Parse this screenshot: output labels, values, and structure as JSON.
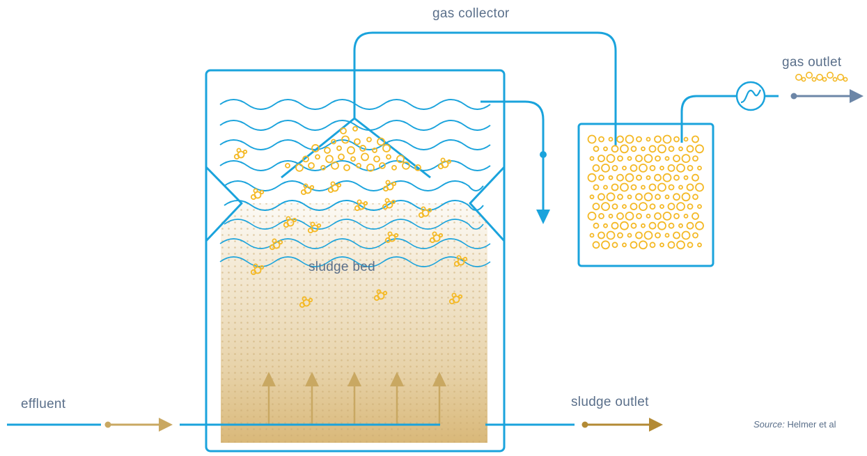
{
  "labels": {
    "gas_collector": "gas collector",
    "gas_outlet": "gas outlet",
    "sludge_bed": "sludge bed",
    "effluent": "effluent",
    "sludge_outlet": "sludge outlet"
  },
  "source": {
    "prefix": "Source:",
    "text": "Helmer et al"
  },
  "colors": {
    "water_blue": "#1aa3dc",
    "bubble_yellow": "#f4b926",
    "sludge_tan": "#d7b673",
    "sludge_arrow": "#c9a862",
    "outlet_brown": "#b38a34",
    "gas_arrow": "#6c86a7",
    "label_gray": "#5a6f8a"
  },
  "icons": {
    "gas_valve": "sine-circle-icon"
  }
}
